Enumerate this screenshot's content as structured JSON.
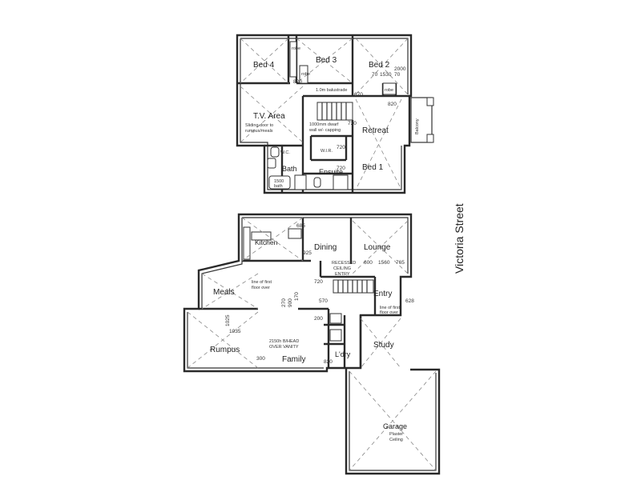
{
  "street_name": "Victoria Street",
  "upper_floor": {
    "rooms": {
      "bed4": "Bed 4",
      "bed3": "Bed 3",
      "bed2": "Bed 2",
      "tv_area": "T.V. Area",
      "retreat": "Retreat",
      "bed1": "Bed 1",
      "wc": "W.C.",
      "bath": "Bath",
      "ensuite": "Ensuite",
      "wir": "W.I.R.",
      "balcony": "Balcony"
    },
    "notes": {
      "robe_a": "robe",
      "robe_b": "robe",
      "robe_c": "robe",
      "balustrade": "1.0m balustrade",
      "sliding_door_1": "Sliding door to",
      "sliding_door_2": "rumpus/meals",
      "dwarf_wall_1": "1000mm dwarf",
      "dwarf_wall_2": "wall w/- capping",
      "bath_size_1": "1500",
      "bath_size_2": "bath"
    },
    "dims": {
      "bed2_width": "2000",
      "bed2_sub_a": "70",
      "bed2_sub_b": "1530",
      "bed2_sub_c": "70",
      "d820_a": "820",
      "d820_b": "820",
      "d670_a": "670",
      "d720_a": "720",
      "d720_b": "720",
      "d720_c": "720"
    }
  },
  "ground_floor": {
    "rooms": {
      "kitchen": "Kitchen",
      "dining": "Dining",
      "lounge": "Lounge",
      "meals": "Meals",
      "entry": "Entry",
      "rumpus": "Rumpus",
      "family": "Family",
      "ldry": "L'dry",
      "study": "Study",
      "garage": "Garage"
    },
    "notes": {
      "raked_ceiling_1": "RECESSED",
      "raked_ceiling_2": "CEILING",
      "raked_ceiling_3": "ENTRY",
      "line_first_floor_a1": "line of first",
      "line_first_floor_a2": "floor over",
      "line_first_floor_b1": "line of first",
      "line_first_floor_b2": "floor over",
      "bulkhead_1": "2150h B/HEAD",
      "bulkhead_2": "OVER VANITY",
      "garage_ceiling_1": "Plaster",
      "garage_ceiling_2": "Ceiling"
    },
    "dims": {
      "d685": "685",
      "d925": "925",
      "d600": "600",
      "d1560": "1560",
      "d765": "765",
      "d1035": "1035",
      "d1025": "1025",
      "d300": "300",
      "d270": "270",
      "d900": "900",
      "d170": "170",
      "d720": "720",
      "d570": "570",
      "d820": "820",
      "d628": "628",
      "d200": "200"
    }
  }
}
